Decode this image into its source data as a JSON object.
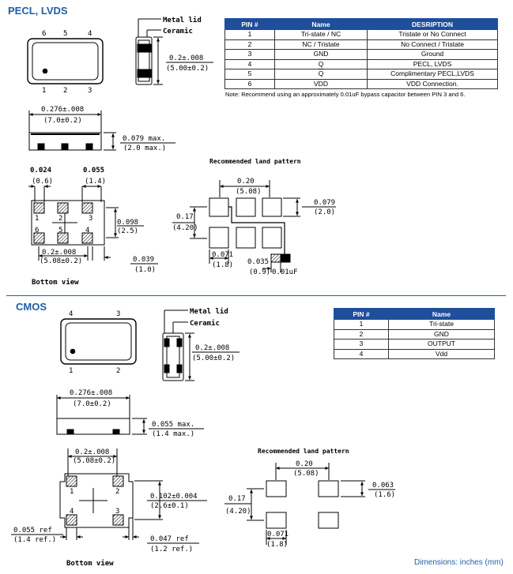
{
  "pecl": {
    "title": "PECL, LVDS",
    "top_pins": [
      "6",
      "5",
      "4"
    ],
    "bottom_pins": [
      "1",
      "2",
      "3"
    ],
    "metal_lid": "Metal lid",
    "ceramic": "Ceramic",
    "width_in": "0.2±.008",
    "width_mm": "(5.00±0.2)",
    "length_in": "0.276±.008",
    "length_mm": "(7.0±0.2)",
    "height_in": "0.079 max.",
    "height_mm": "(2.0 max.)",
    "pad_w_in": "0.024",
    "pad_w_mm": "(0.6)",
    "pad_pitch_in": "0.055",
    "pad_pitch_mm": "(1.4)",
    "pad_row_in": "0.098",
    "pad_row_mm": "(2.5)",
    "pad_span_in": "0.2±.008",
    "pad_span_mm": "(5.08±0.2)",
    "edge_in": "0.039",
    "edge_mm": "(1.0)",
    "bottom_pad_labels": [
      "1",
      "2",
      "3",
      "6",
      "5",
      "4"
    ],
    "bottom_view": "Bottom view",
    "land": {
      "title": "Recommended land pattern",
      "pitch_in": "0.20",
      "pitch_mm": "(5.08)",
      "pad_h_in": "0.079",
      "pad_h_mm": "(2.0)",
      "row_in": "0.17",
      "row_mm": "(4.20)",
      "pad_w_in": "0.071",
      "pad_w_mm": "(1.8)",
      "cap_w_in": "0.035",
      "cap_w_mm": "(0.9)",
      "cap_label": "0.01uF"
    },
    "table": {
      "headers": [
        "PIN #",
        "Name",
        "DESRIPTION"
      ],
      "rows": [
        [
          "1",
          "Tri-state / NC",
          "Tristate or No Connect"
        ],
        [
          "2",
          "NC / Tristate",
          "No Connect / Tristate"
        ],
        [
          "3",
          "GND",
          "Ground"
        ],
        [
          "4",
          "Q",
          "PECL, LVDS"
        ],
        [
          "5",
          "Q",
          "Complimentary PECL,LVDS"
        ],
        [
          "6",
          "VDD",
          "VDD Connection."
        ]
      ]
    },
    "note": "Note: Recommend using an approximately 0.01uF bypass capacitor between PIN 3 and 6."
  },
  "cmos": {
    "title": "CMOS",
    "top_pins": [
      "4",
      "3"
    ],
    "bottom_pins": [
      "1",
      "2"
    ],
    "metal_lid": "Metal lid",
    "ceramic": "Ceramic",
    "width_in": "0.2±.008",
    "width_mm": "(5.00±0.2)",
    "length_in": "0.276±.008",
    "length_mm": "(7.0±0.2)",
    "height_in": "0.055 max.",
    "height_mm": "(1.4 max.)",
    "pad_span_in": "0.2±.008",
    "pad_span_mm": "(5.08±0.2)",
    "pad_row_in": "0.102±0.004",
    "pad_row_mm": "(2.6±0.1)",
    "ref1_in": "0.055 ref",
    "ref1_mm": "(1.4 ref.)",
    "ref2_in": "0.047 ref",
    "ref2_mm": "(1.2 ref.)",
    "bottom_pad_labels": [
      "1",
      "2",
      "4",
      "3"
    ],
    "bottom_view": "Bottom view",
    "land": {
      "title": "Recommended land pattern",
      "pitch_in": "0.20",
      "pitch_mm": "(5.08)",
      "pad_h_in": "0.063",
      "pad_h_mm": "(1.6)",
      "row_in": "0.17",
      "row_mm": "(4.20)",
      "pad_w_in": "0.071",
      "pad_w_mm": "(1.8)"
    },
    "table": {
      "headers": [
        "PIN #",
        "Name"
      ],
      "rows": [
        [
          "1",
          "Tri-state"
        ],
        [
          "2",
          "GND"
        ],
        [
          "3",
          "OUTPUT"
        ],
        [
          "4",
          "Vdd"
        ]
      ]
    }
  },
  "footer": "Dimensions: inches (mm)",
  "colors": {
    "accent": "#1f5fa8",
    "table_header": "#1f4e9b"
  }
}
